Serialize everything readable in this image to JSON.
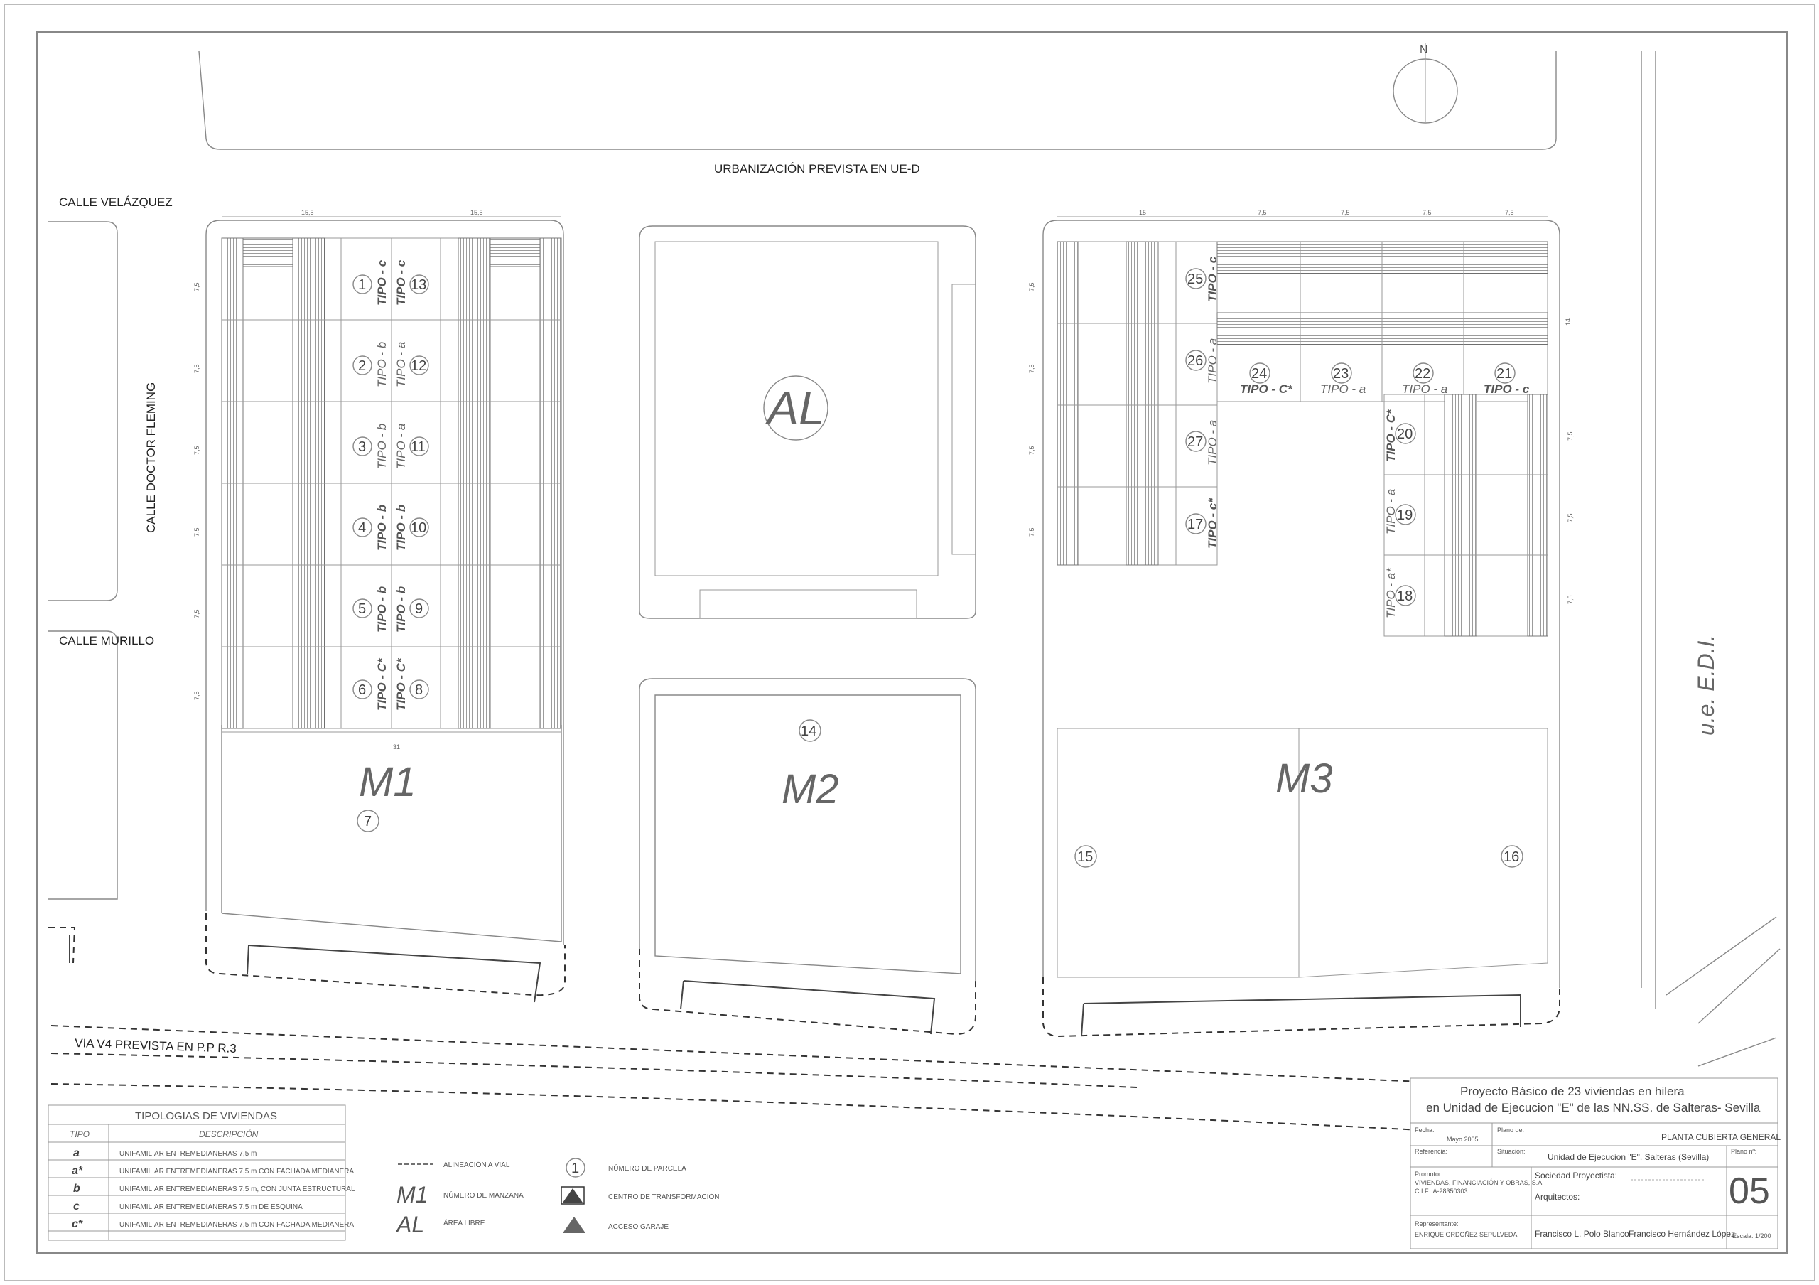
{
  "streets": {
    "urbanizacion": "URBANIZACIÓN PREVISTA EN UE-D",
    "velazquez": "CALLE VELÁZQUEZ",
    "fleming": "CALLE DOCTOR FLEMING",
    "murillo": "CALLE MURILLO",
    "via_v4": "VIA V4 PREVISTA EN P.P R.3",
    "ue_edi": "u.e. E.D.I."
  },
  "blocks": {
    "m1": "M1",
    "m2": "M2",
    "m3": "M3",
    "al": "AL"
  },
  "m1_rows": [
    {
      "left_num": "1",
      "left_tipo": "TIPO - c",
      "right_tipo": "TIPO - c",
      "right_num": "13"
    },
    {
      "left_num": "2",
      "left_tipo": "TIPO - b",
      "right_tipo": "TIPO - a",
      "right_num": "12"
    },
    {
      "left_num": "3",
      "left_tipo": "TIPO - b",
      "right_tipo": "TIPO - a",
      "right_num": "11"
    },
    {
      "left_num": "4",
      "left_tipo": "TIPO - b",
      "right_tipo": "TIPO - b",
      "right_num": "10"
    },
    {
      "left_num": "5",
      "left_tipo": "TIPO - b",
      "right_tipo": "TIPO - b",
      "right_num": "9"
    },
    {
      "left_num": "6",
      "left_tipo": "TIPO - C*",
      "right_tipo": "TIPO - C*",
      "right_num": "8"
    }
  ],
  "m3_left_col": [
    {
      "num": "25",
      "tipo": "TIPO - c"
    },
    {
      "num": "26",
      "tipo": "TIPO - a"
    },
    {
      "num": "27",
      "tipo": "TIPO - a"
    },
    {
      "num": "17",
      "tipo": "TIPO - c*"
    }
  ],
  "m3_top_row": [
    {
      "num": "24",
      "tipo": "TIPO - C*"
    },
    {
      "num": "23",
      "tipo": "TIPO - a"
    },
    {
      "num": "22",
      "tipo": "TIPO - a"
    },
    {
      "num": "21",
      "tipo": "TIPO - c"
    }
  ],
  "m3_right_col": [
    {
      "num": "20",
      "tipo": "TIPO - C*"
    },
    {
      "num": "19",
      "tipo": "TIPO - a"
    },
    {
      "num": "18",
      "tipo": "TIPO - a*"
    }
  ],
  "free_parcels": {
    "p7": "7",
    "p14": "14",
    "p15": "15",
    "p16": "16"
  },
  "dims": {
    "d15_5": "15,5",
    "d31": "31",
    "d15": "15",
    "d7_5": "7,5",
    "d14": "14"
  },
  "legend": {
    "header": "TIPOLOGIAS DE VIVIENDAS",
    "col_tipo": "TIPO",
    "col_desc": "DESCRIPCIÓN",
    "rows": [
      {
        "code": "a",
        "desc": "UNIFAMILIAR ENTREMEDIANERAS 7,5 m"
      },
      {
        "code": "a*",
        "desc": "UNIFAMILIAR ENTREMEDIANERAS 7,5 m CON FACHADA MEDIANERA"
      },
      {
        "code": "b",
        "desc": "UNIFAMILIAR ENTREMEDIANERAS 7,5 m, CON JUNTA ESTRUCTURAL"
      },
      {
        "code": "c",
        "desc": "UNIFAMILIAR ENTREMEDIANERAS 7,5 m DE ESQUINA"
      },
      {
        "code": "c*",
        "desc": "UNIFAMILIAR ENTREMEDIANERAS 7,5 m CON FACHADA MEDIANERA"
      }
    ]
  },
  "symbols": {
    "alineacion": "ALINEACIÓN A VIAL",
    "m1_code": "M1",
    "manzana": "NÚMERO DE MANZANA",
    "al_code": "AL",
    "area_libre": "ÁREA LIBRE",
    "parcela_code": "1",
    "parcela": "NÚMERO DE PARCELA",
    "transformacion": "CENTRO DE TRANSFORMACIÓN",
    "garaje": "ACCESO GARAJE"
  },
  "title_block": {
    "title1": "Proyecto Básico de 23 viviendas en hilera",
    "title2": "en Unidad de Ejecucion \"E\" de las NN.SS. de Salteras- Sevilla",
    "fecha_label": "Fecha:",
    "fecha": "Mayo 2005",
    "plano_label": "Plano de:",
    "plano": "PLANTA CUBIERTA GENERAL",
    "referencia_label": "Referencia:",
    "situacion_label": "Situación:",
    "situacion": "Unidad de Ejecucion \"E\".  Salteras (Sevilla)",
    "plano_n_label": "Plano nº:",
    "plano_n": "05",
    "promotor_label": "Promotor:",
    "promotor": "VIVIENDAS, FINANCIACIÓN Y OBRAS, S.A.",
    "cif": "C.I.F.:  A-28350303",
    "sociedad_label": "Sociedad Proyectista:",
    "arquitectos_label": "Arquitectos:",
    "representante_label": "Representante:",
    "representante": "ENRIQUE ORDOÑEZ SEPULVEDA",
    "arq1": "Francisco L. Polo Blanco",
    "arq2": "Francisco Hernández López",
    "escala": "Escala: 1/200"
  },
  "colors": {
    "line": "#888888",
    "roof_hatch": "#777777",
    "text": "#333333"
  }
}
